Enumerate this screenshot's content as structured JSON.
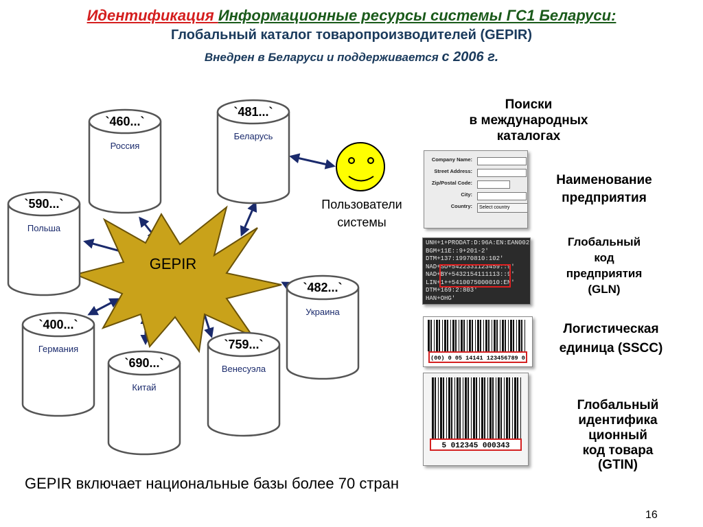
{
  "header": {
    "line1_part1": "Идентификация ",
    "line1_part2": "Информационные ресурсы системы ГС1 Беларуси:",
    "line2": "Глобальный каталог товаропроизводителей (GEPIR)",
    "line3_prefix": "Внедрен в Беларуси и поддерживается ",
    "line3_year": "с 2006 г."
  },
  "diagram": {
    "center_label": "GEPIR",
    "users_line1": "Пользователи",
    "users_line2": "системы",
    "databases": [
      {
        "code": "`460...`",
        "country": "Россия"
      },
      {
        "code": "`481...`",
        "country": "Беларусь"
      },
      {
        "code": "`590...`",
        "country": "Польша"
      },
      {
        "code": "`482...`",
        "country": "Украина"
      },
      {
        "code": "`400...`",
        "country": "Германия"
      },
      {
        "code": "`690...`",
        "country": "Китай"
      },
      {
        "code": "`759...`",
        "country": "Венесуэла"
      }
    ]
  },
  "right": {
    "search_title": "Поиски\nв международных\nкаталогах",
    "label_company": "Наименование\nпредприятия",
    "label_gln": "Глобальный\nкод\nпредприятия\n(GLN)",
    "label_sscc": "Логистическая\nединица (SSCC)",
    "label_gtin": "Глобальный\nидентифика\nционный\nкод товара\n(GTIN)"
  },
  "form": {
    "fields": [
      "Company Name:",
      "Street Address:",
      "Zip/Postal Code:",
      "City:",
      "Country:"
    ],
    "country_value": "Select country"
  },
  "edi_lines": [
    "UNH+1+PRODAT:D:96A:EN:EAN002'",
    "BGM+11E::9+201-2'",
    "DTM+137:19970810:102'",
    "NAD+SU+5422331123459::9'",
    "NAD+BY+5432154111113::9'",
    "LIN+1++5410075000010:EN'",
    "DTM+169:2:803'",
    "HAN+OHG'"
  ],
  "sscc_text": "(00) 0 05 14141 123456789 0",
  "gtin_text": "5 012345 000343",
  "footer": {
    "bottom_text": "GEPIR включает национальные базы более 70 стран",
    "page_number": "16"
  }
}
